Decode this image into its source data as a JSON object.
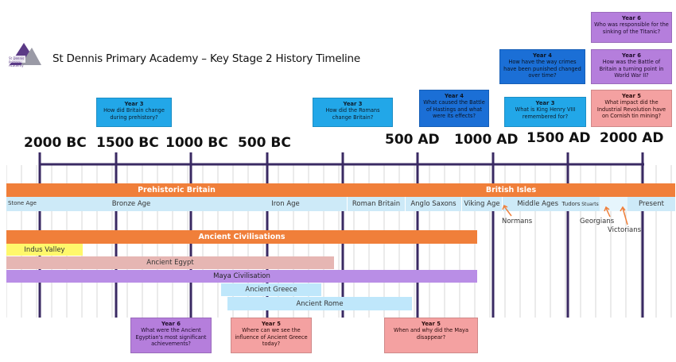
{
  "header": {
    "school_logo_text": "St Dennis Primary Academy",
    "title": "St Dennis Primary Academy – Key Stage 2 History Timeline"
  },
  "colors": {
    "prehistoric": "#f07f3a",
    "question_blue": "#22a7e8",
    "question_dark_blue": "#1b6fd6",
    "question_purple": "#b57edc",
    "question_pink": "#f4a1a1",
    "axis_line": "#3a2a63"
  },
  "axis": {
    "labels": [
      "2000 BC",
      "1500 BC",
      "1000 BC",
      "500 BC",
      "500 AD",
      "1000 AD",
      "1500 AD",
      "2000 AD"
    ]
  },
  "questions_top": [
    {
      "year": "Year 3",
      "text": "How did Britain change during prehistory?",
      "color": "blue"
    },
    {
      "year": "Year 3",
      "text": "How did the Romans change Britain?",
      "color": "blue"
    },
    {
      "year": "Year 4",
      "text": "What caused the Battle of Hastings and what were its effects?",
      "color": "dblue"
    },
    {
      "year": "Year 3",
      "text": "What is King Henry VIII remembered for?",
      "color": "blue"
    },
    {
      "year": "Year 4",
      "text": "How have the way crimes have been punished changed over time?",
      "color": "dblue"
    },
    {
      "year": "Year 6",
      "text": "Who was responsible for the sinking of the Titanic?",
      "color": "purple"
    },
    {
      "year": "Year 6",
      "text": "How was the Battle of Britain a turning point in World War II?",
      "color": "purple"
    },
    {
      "year": "Year 5",
      "text": "What impact did the Industrial Revolution have on Cornish tin mining?",
      "color": "pink"
    }
  ],
  "questions_bottom": [
    {
      "year": "Year 6",
      "text": "What were the Ancient Egyptian's most significant achievements?",
      "color": "purple"
    },
    {
      "year": "Year 5",
      "text": "Where can we see the influence of Ancient Greece today?",
      "color": "pink"
    },
    {
      "year": "Year 5",
      "text": "When and why did the Maya disappear?",
      "color": "pink"
    }
  ],
  "bands": {
    "prehistoric_britain": "Prehistoric Britain",
    "british_isles": "British Isles",
    "stone_age": "Stone Age",
    "bronze_age": "Bronze Age",
    "iron_age": "Iron Age",
    "roman_britain": "Roman Britain",
    "anglo_saxons": "Anglo Saxons",
    "viking_age": "Viking Age",
    "middle_ages": "Middle Ages",
    "tudors": "Tudors",
    "stuarts": "Stuarts",
    "present": "Present",
    "ancient_civilisations": "Ancient Civilisations",
    "indus_valley": "Indus Valley",
    "ancient_egypt": "Ancient Egypt",
    "maya_civilisation": "Maya Civilisation",
    "ancient_greece": "Ancient Greece",
    "ancient_rome": "Ancient Rome"
  },
  "annotations": {
    "normans": "Normans",
    "georgians": "Georgians",
    "victorians": "Victorians"
  }
}
